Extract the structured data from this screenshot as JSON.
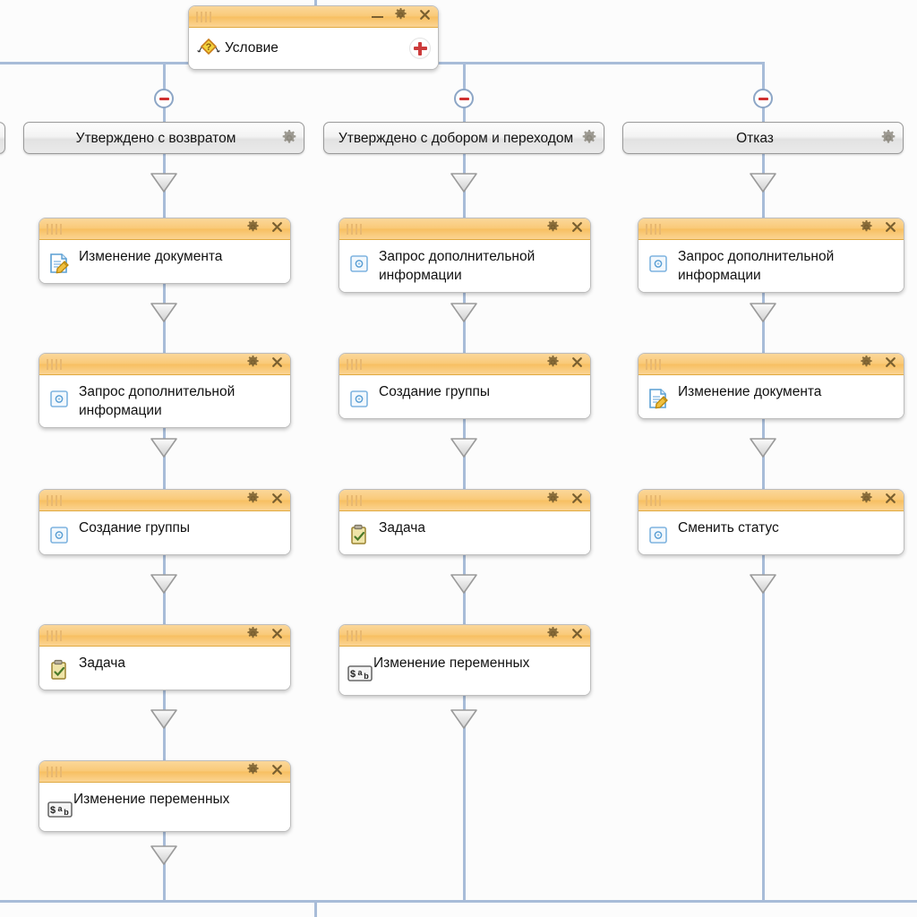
{
  "diagram": {
    "title": "Workflow route editor",
    "colors": {
      "connector_line": "#a8bcd8",
      "node_header": "#f9c976",
      "node_body": "#ffffff",
      "canvas": "#fcfcfc",
      "minus_accent": "#d03030",
      "plus_accent": "#cc3b3b"
    },
    "condition_node": {
      "label": "Условие",
      "icon": "condition-diamond-question-icon",
      "header_icons": [
        "minimize-icon",
        "gear-icon",
        "close-icon"
      ],
      "add_button": "plus-icon"
    },
    "branches": [
      {
        "label": "Утверждено с возвратом",
        "gear": "gear-icon",
        "connector": "minus-circle-icon",
        "nodes": [
          {
            "label": "Изменение документа",
            "icon": "document-edit-icon"
          },
          {
            "label": "Запрос дополнительной информации",
            "icon": "request-info-icon"
          },
          {
            "label": "Создание группы",
            "icon": "create-group-icon"
          },
          {
            "label": "Задача",
            "icon": "task-clipboard-icon"
          },
          {
            "label": "Изменение переменных",
            "icon": "variables-icon"
          }
        ]
      },
      {
        "label": "Утверждено с добором и переходом",
        "gear": "gear-icon",
        "connector": "minus-circle-icon",
        "nodes": [
          {
            "label": "Запрос дополнительной информации",
            "icon": "request-info-icon"
          },
          {
            "label": "Создание группы",
            "icon": "create-group-icon"
          },
          {
            "label": "Задача",
            "icon": "task-clipboard-icon"
          },
          {
            "label": "Изменение переменных",
            "icon": "variables-icon"
          }
        ]
      },
      {
        "label": "Отказ",
        "gear": "gear-icon",
        "connector": "minus-circle-icon",
        "nodes": [
          {
            "label": "Запрос дополнительной информации",
            "icon": "request-info-icon"
          },
          {
            "label": "Изменение документа",
            "icon": "document-edit-icon"
          },
          {
            "label": "Сменить статус",
            "icon": "change-status-icon"
          }
        ]
      }
    ],
    "node_header_icons": [
      "drag-handle-icon",
      "gear-icon",
      "close-icon"
    ]
  }
}
